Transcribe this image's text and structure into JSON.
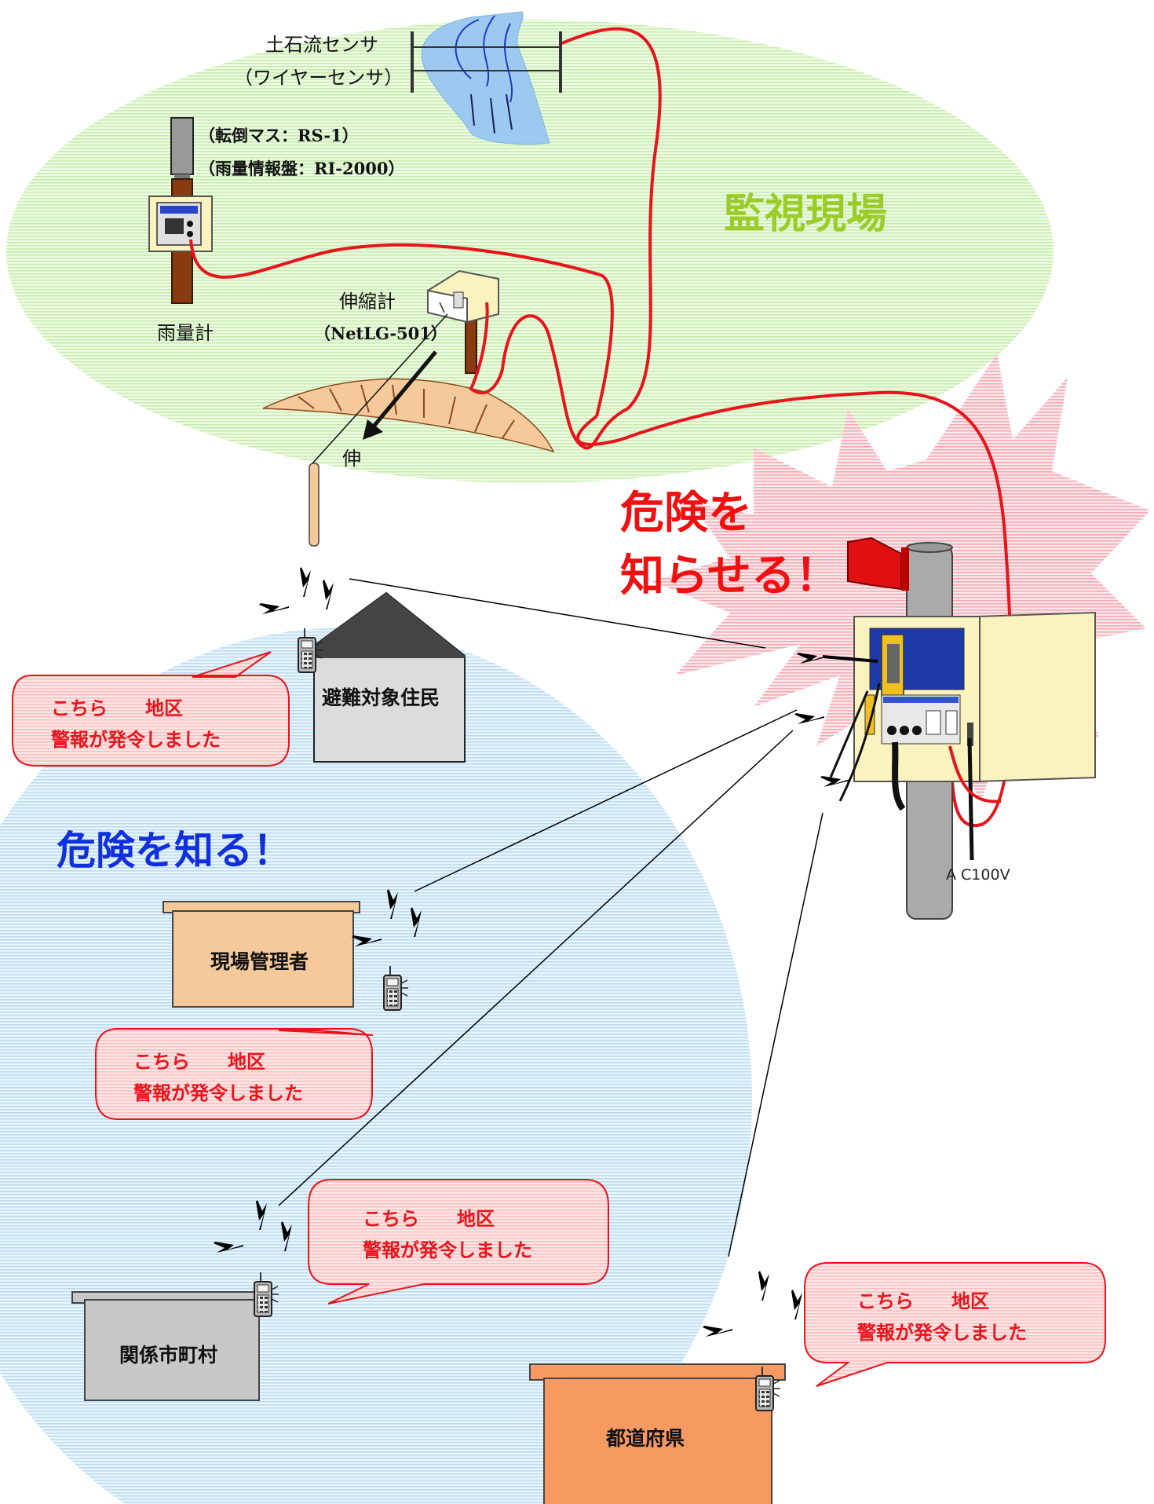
{
  "colors": {
    "green_zone": "#dff5cf",
    "blue_zone": "#d3e9f8",
    "red_burst": "#f8c6cc",
    "wire": "#e8141c",
    "bubble_fill": "#ffd3d3",
    "bubble_stroke": "#e8141c"
  },
  "monitor_site": {
    "heading": "監視現場",
    "debris_sensor": {
      "name": "土石流センサ",
      "sub": "（ワイヤーセンサ）"
    },
    "rain_gauge": {
      "label": "雨量計",
      "tipping_mass": "（転倒マス：RS-1）",
      "info_panel": "（雨量情報盤：RI-2000）"
    },
    "extensometer": {
      "name": "伸縮計",
      "model": "（NetLG-501）",
      "stretch": "伸"
    }
  },
  "alarm_station": {
    "heading_line1": "危険を",
    "heading_line2": "知らせる！",
    "power": "A C100V"
  },
  "receivers": {
    "heading": "危険を知る！",
    "residents": "避難対象住民",
    "site_manager": "現場管理者",
    "municipality": "関係市町村",
    "prefecture": "都道府県"
  },
  "bubble": {
    "line1": "こちら　　地区",
    "line2": "警報が発令しました"
  },
  "icons": [
    "phone-icon",
    "signal-bolt-icon",
    "siren-speaker-icon",
    "rain-gauge-icon",
    "extensometer-icon",
    "river-icon",
    "control-box-icon"
  ]
}
